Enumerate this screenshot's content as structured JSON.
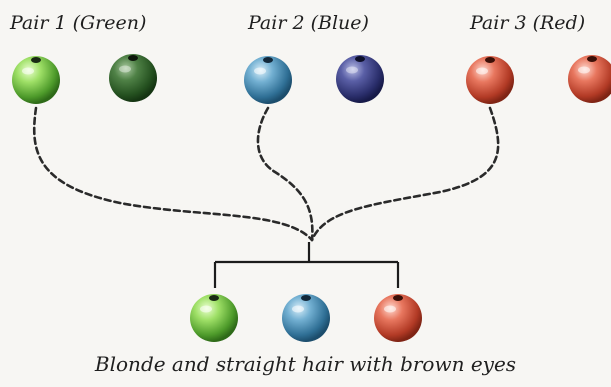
{
  "labels": {
    "pair1": "Pair 1 (Green)",
    "pair2": "Pair 2 (Blue)",
    "pair3": "Pair 3 (Red)"
  },
  "caption": "Blonde and straight hair with brown eyes",
  "colors": {
    "light_green": "#7fd04c",
    "dark_green": "#2f6a2a",
    "light_blue": "#4f97bf",
    "dark_blue": "#3a3f85",
    "red": "#d2543f",
    "dashed_line": "#2a2a2a",
    "bracket": "#1c1c1c"
  },
  "beads": {
    "parents": [
      {
        "pair": "Pair 1",
        "color": "light_green"
      },
      {
        "pair": "Pair 1",
        "color": "dark_green"
      },
      {
        "pair": "Pair 2",
        "color": "light_blue"
      },
      {
        "pair": "Pair 2",
        "color": "dark_blue"
      },
      {
        "pair": "Pair 3",
        "color": "red"
      },
      {
        "pair": "Pair 3",
        "color": "red"
      }
    ],
    "offspring": [
      {
        "color": "light_green"
      },
      {
        "color": "light_blue"
      },
      {
        "color": "red"
      }
    ]
  }
}
